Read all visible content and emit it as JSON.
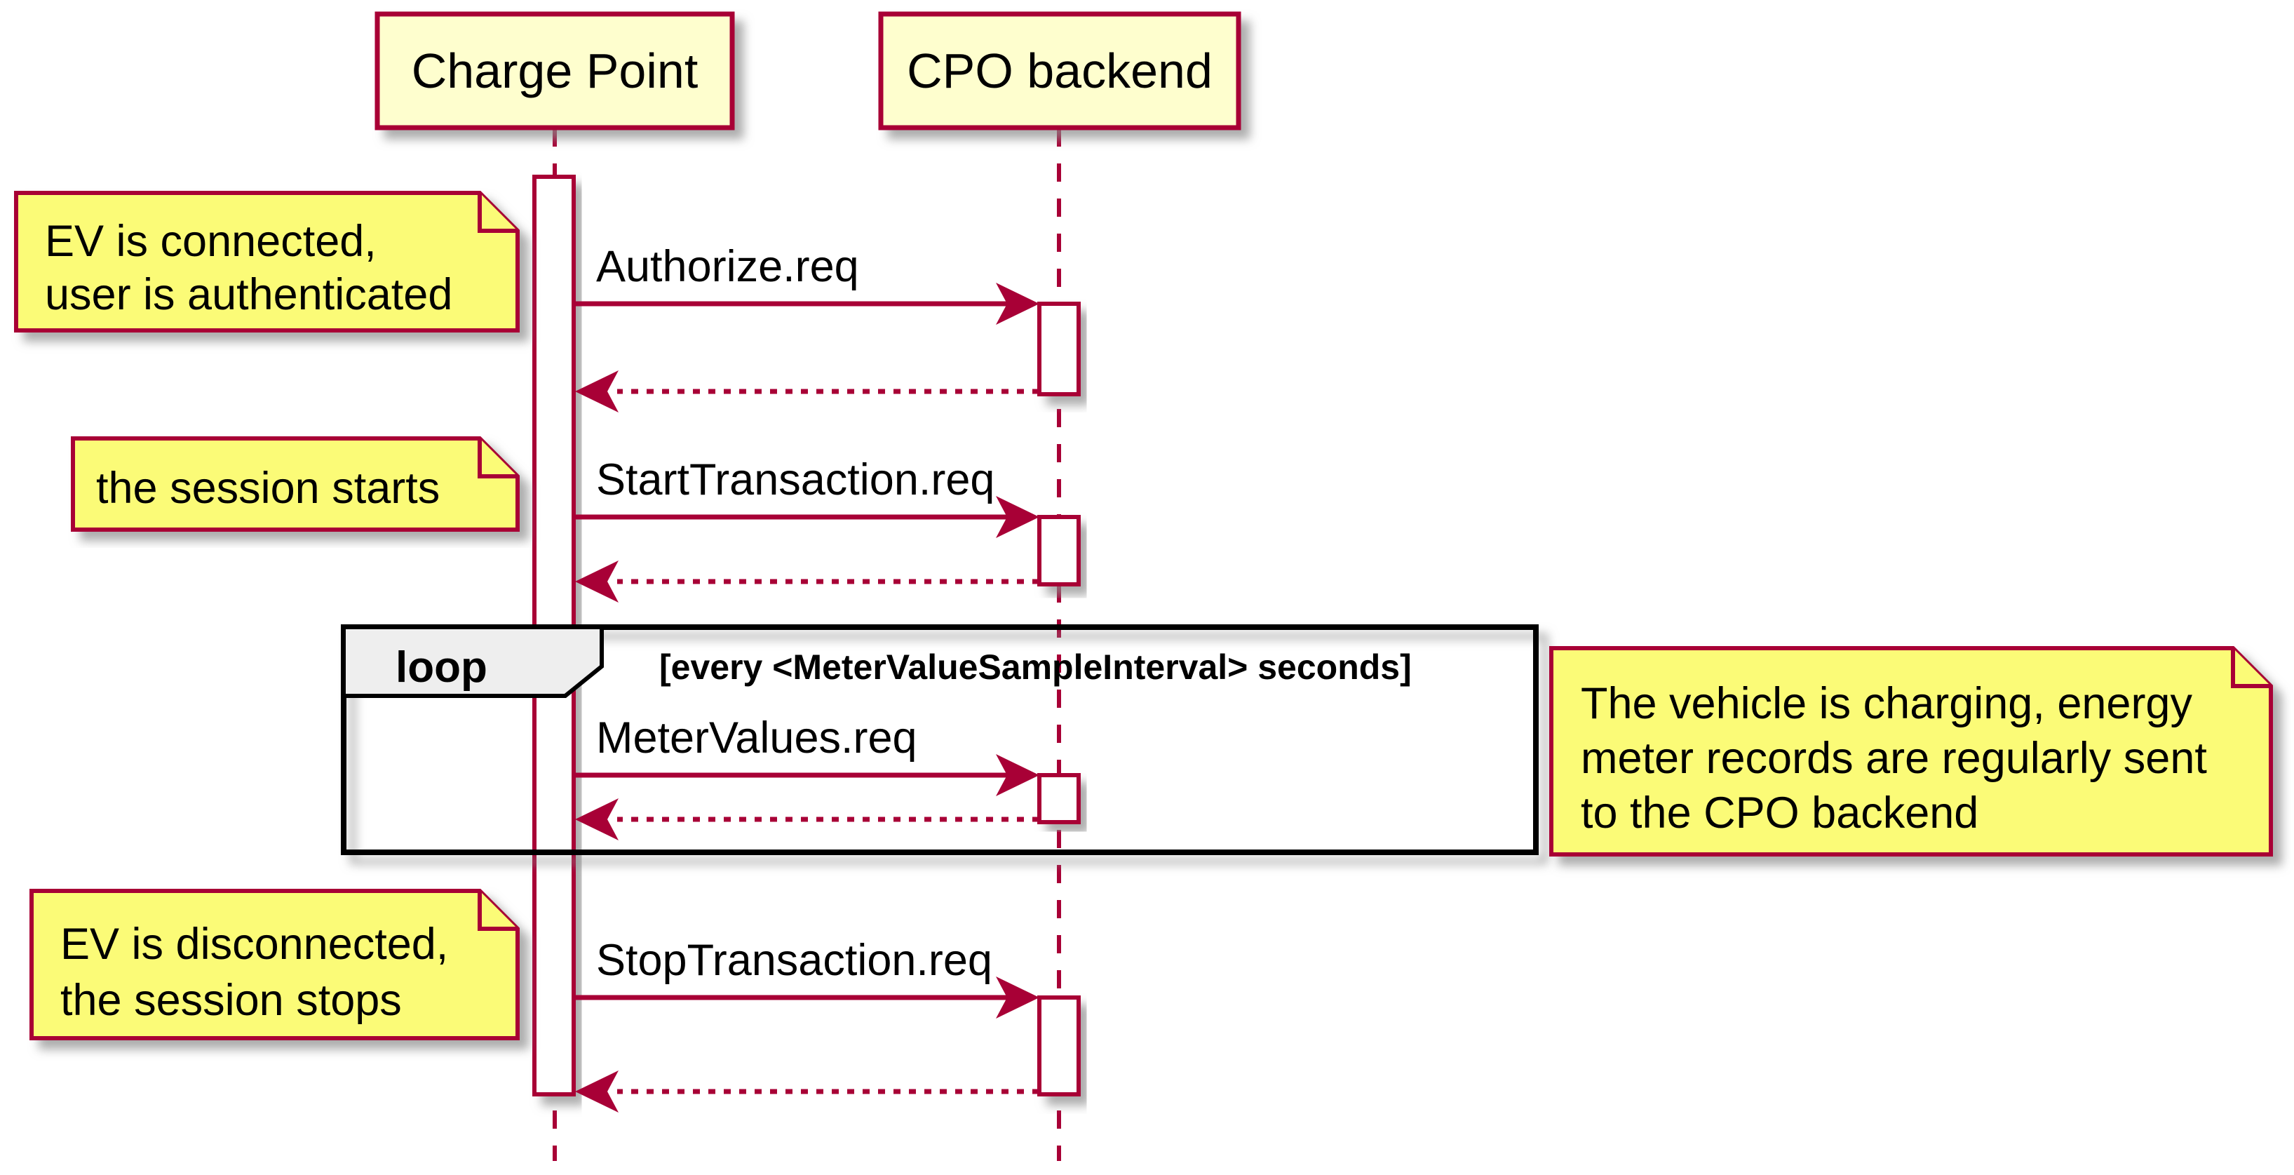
{
  "diagram": {
    "kind": "sequence-diagram",
    "participants": [
      {
        "label": "Charge Point"
      },
      {
        "label": "CPO backend"
      }
    ],
    "messages": [
      {
        "label": "Authorize.req",
        "from": "Charge Point",
        "to": "CPO backend",
        "style": "solid",
        "response": "dashed-return"
      },
      {
        "label": "StartTransaction.req",
        "from": "Charge Point",
        "to": "CPO backend",
        "style": "solid",
        "response": "dashed-return"
      },
      {
        "label": "MeterValues.req",
        "from": "Charge Point",
        "to": "CPO backend",
        "style": "solid",
        "response": "dashed-return",
        "inside_fragment": "loop"
      },
      {
        "label": "StopTransaction.req",
        "from": "Charge Point",
        "to": "CPO backend",
        "style": "solid",
        "response": "dashed-return"
      }
    ],
    "loop_fragment": {
      "operator": "loop",
      "condition": "[every <MeterValueSampleInterval> seconds]"
    },
    "notes": [
      {
        "side": "left",
        "lines": [
          "EV is connected,",
          "user is authenticated"
        ]
      },
      {
        "side": "left",
        "lines": [
          "the session starts"
        ]
      },
      {
        "side": "right",
        "lines": [
          "The vehicle is charging, energy",
          "meter records are regularly sent",
          "to the CPO backend"
        ]
      },
      {
        "side": "left",
        "lines": [
          "EV is disconnected,",
          "the session stops"
        ]
      }
    ],
    "colors": {
      "accent": "#A80036",
      "participant_fill": "#FEFECE",
      "note_fill": "#FBFB77",
      "fragment_border": "#000000",
      "fragment_header_fill": "#EEEEEE",
      "text": "#000000",
      "background": "#FFFFFF"
    }
  }
}
